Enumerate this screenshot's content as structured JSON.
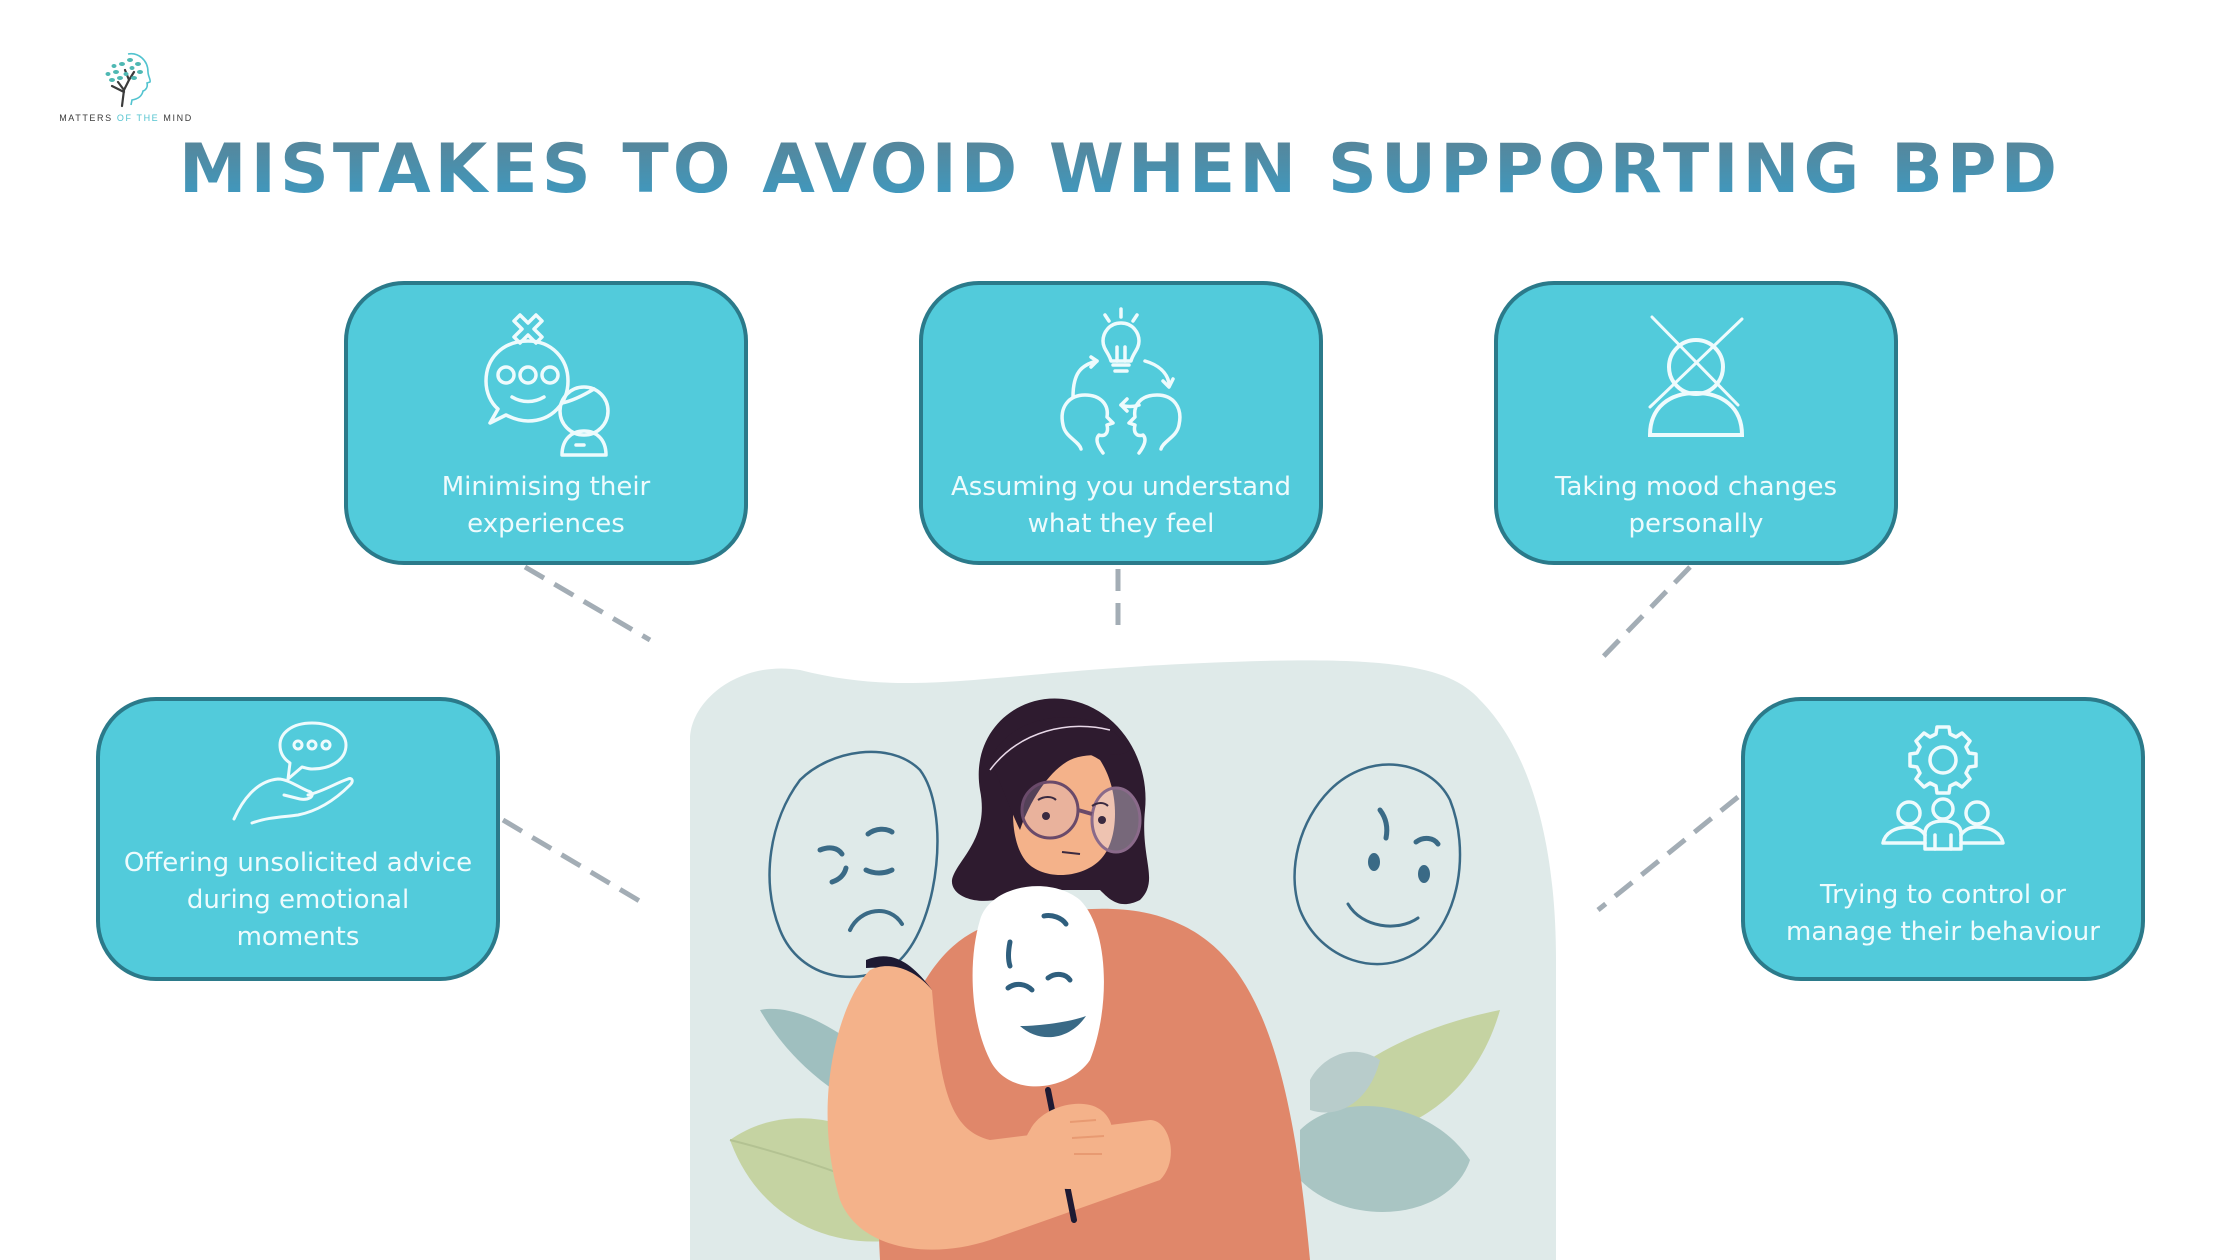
{
  "logo": {
    "word1": "MATTERS",
    "word2": "OF THE",
    "word3": "MIND",
    "icon": "tree-head-icon"
  },
  "title": "MISTAKES TO AVOID WHEN SUPPORTING BPD",
  "colors": {
    "card_fill": "#52CBDB",
    "card_border": "#2B7A8A",
    "title_top": "#5B8294",
    "title_bottom": "#3A9DC8",
    "connector": "#A3ADB5",
    "panel_bg": "#DFEAE9"
  },
  "mistakes": [
    {
      "label": "Minimising their experiences",
      "line1": "Minimising their",
      "line2": "experiences",
      "line3": "",
      "icon": "dismissed-speech-icon"
    },
    {
      "label": "Assuming you understand what they feel",
      "line1": "Assuming you understand",
      "line2": "what they feel",
      "line3": "",
      "icon": "idea-exchange-icon"
    },
    {
      "label": "Taking mood changes personally",
      "line1": "Taking mood changes",
      "line2": "personally",
      "line3": "",
      "icon": "crossed-person-icon"
    },
    {
      "label": "Offering unsolicited advice during emotional moments",
      "line1": "Offering unsolicited advice",
      "line2": "during emotional",
      "line3": "moments",
      "icon": "hand-speech-bubble-icon"
    },
    {
      "label": "Trying to control or manage their behaviour",
      "line1": "Trying to control or",
      "line2": "manage their behaviour",
      "line3": "",
      "icon": "gear-group-icon"
    }
  ],
  "illustration": {
    "subject": "woman holding smiling mask",
    "masks": [
      "sad-mask",
      "smirking-mask",
      "smiling-mask"
    ]
  }
}
